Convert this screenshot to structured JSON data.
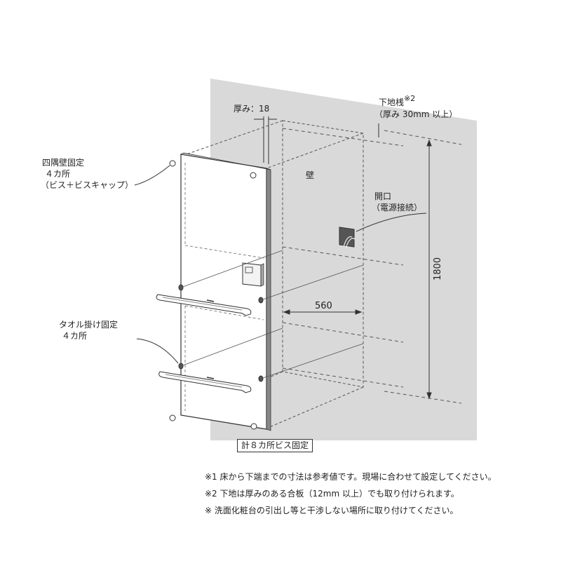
{
  "labels": {
    "thickness": "厚み：18",
    "furring_title": "下地桟",
    "furring_note_mark": "※2",
    "furring_sub": "（厚み 30mm 以上）",
    "wall": "壁",
    "opening_title": "開口",
    "opening_sub": "（電源接続）",
    "corner_fix_1": "四隅壁固定",
    "corner_fix_2": "４カ所",
    "corner_fix_3": "（ビス＋ビスキャップ）",
    "towel_fix_1": "タオル掛け固定",
    "towel_fix_2": "４カ所",
    "total_fix": "計８カ所ビス固定",
    "dim_560": "560",
    "dim_1800": "1800"
  },
  "notes": [
    "※1 床から下端までの寸法は参考値です。現場に合わせて設定してください。",
    "※2 下地は厚みのある合板（12mm 以上）でも取り付けられます。",
    "※ 洗面化粧台の引出し等と干渉しない場所に取り付けてください。"
  ],
  "colors": {
    "wall": "#d9d9d9",
    "line": "#333333",
    "dash": "#555555"
  }
}
